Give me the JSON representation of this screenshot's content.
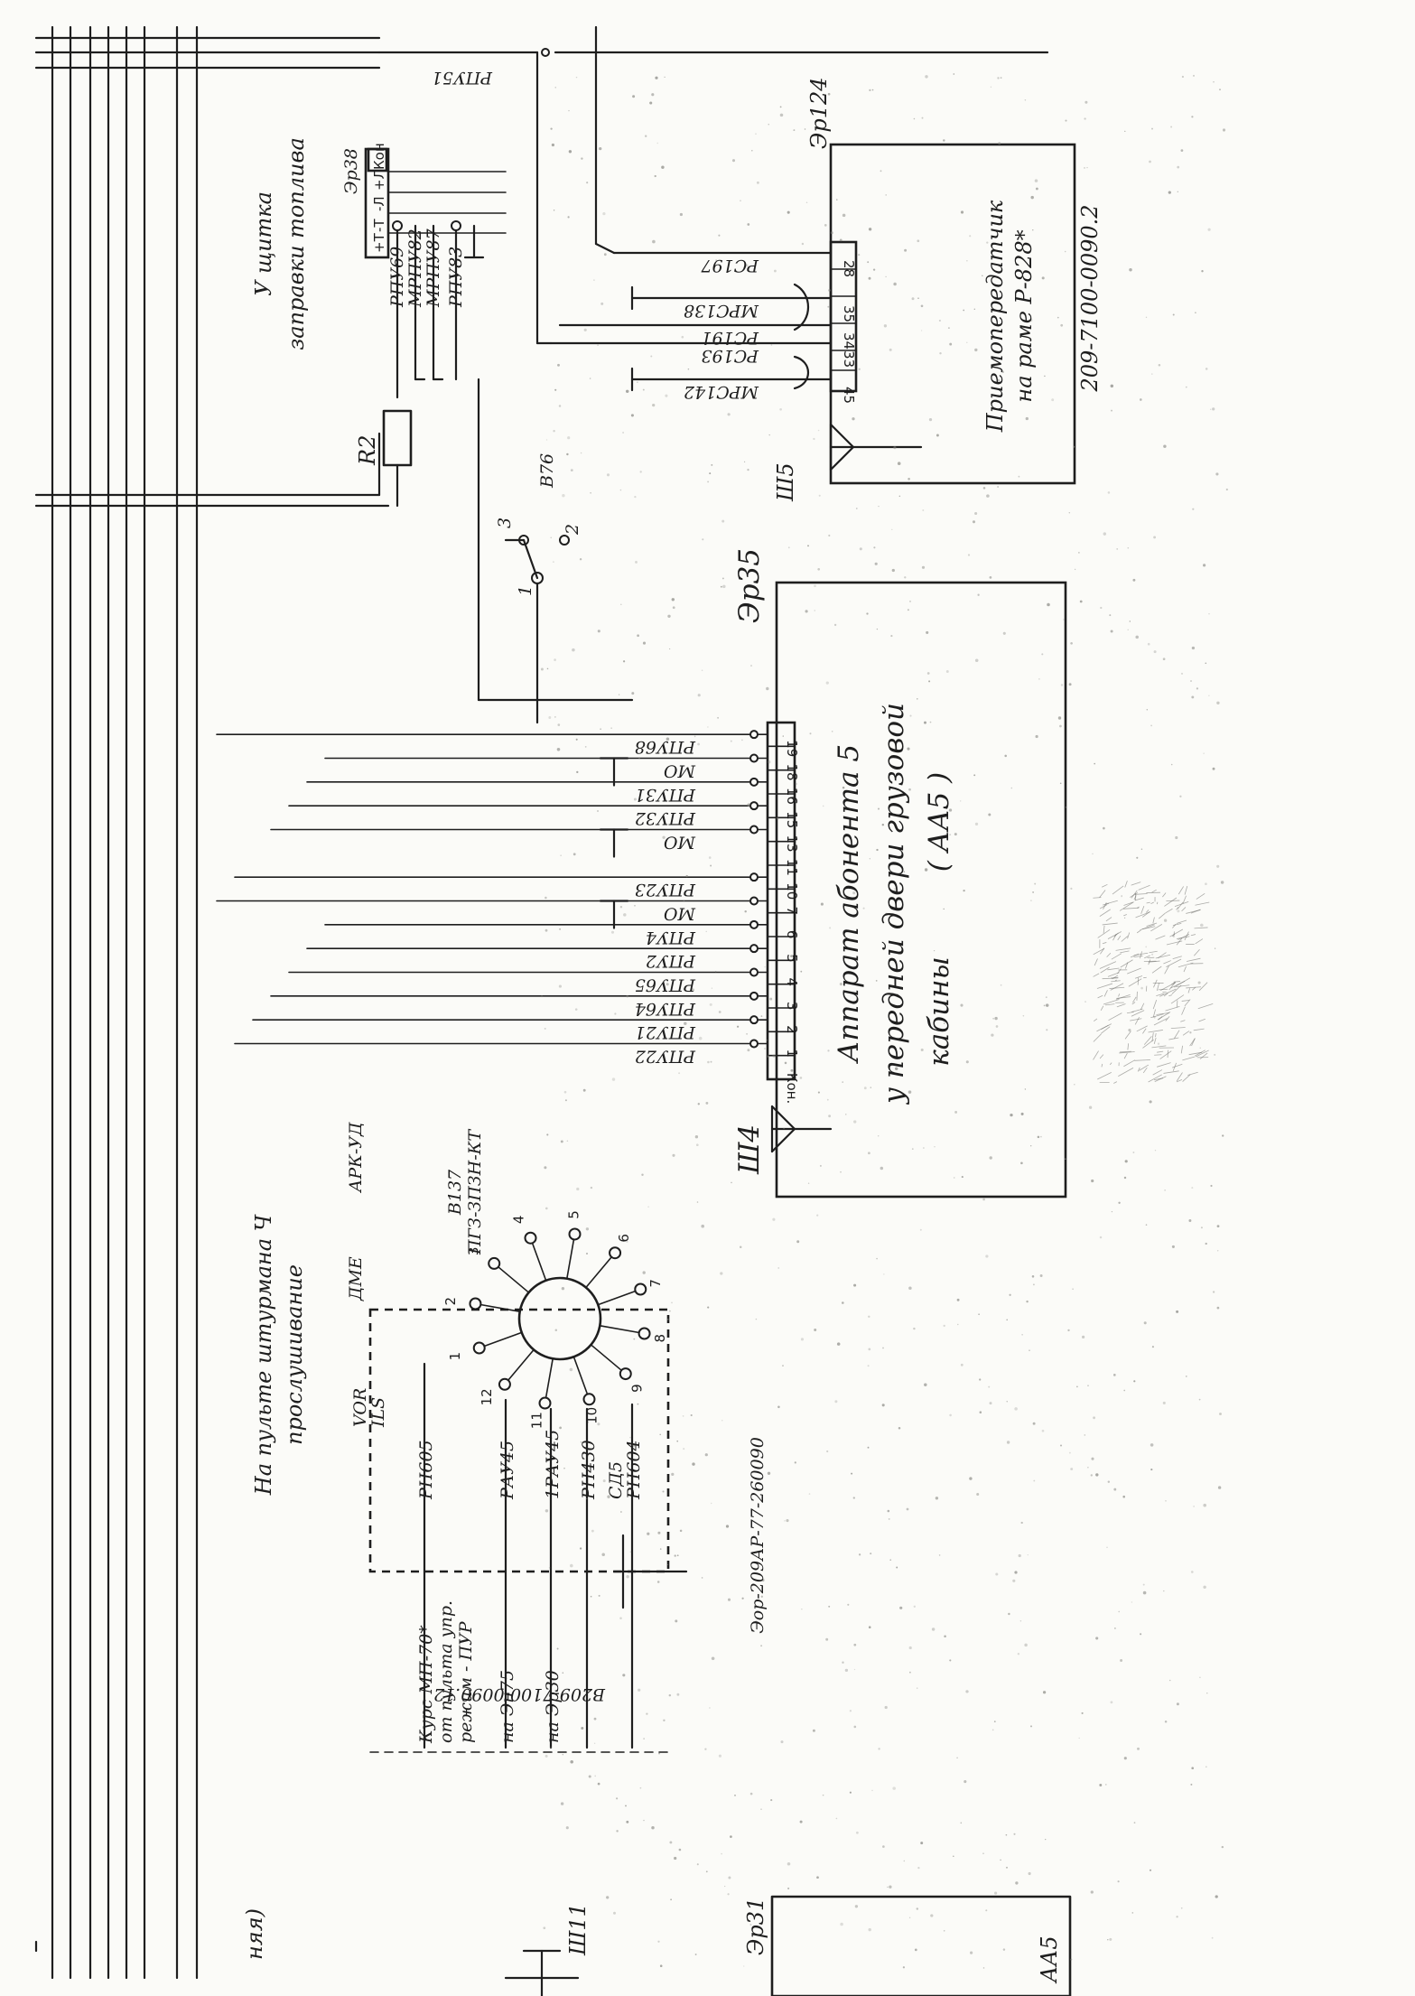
{
  "diagram": {
    "block_aa5": {
      "lines": [
        "Аппарат абонента 5",
        "у передней двери грузовой",
        "кабины",
        "( АА5 )"
      ],
      "connector": "Эр35",
      "plug": "Ш4",
      "pins": [
        {
          "pin": "Кон.",
          "wire": ""
        },
        {
          "pin": "1",
          "wire": "РПУ22"
        },
        {
          "pin": "2",
          "wire": "РПУ21"
        },
        {
          "pin": "3",
          "wire": "РПУ64"
        },
        {
          "pin": "4",
          "wire": "РПУ65"
        },
        {
          "pin": "5",
          "wire": "РПУ2"
        },
        {
          "pin": "6",
          "wire": "РПУ4"
        },
        {
          "pin": "7",
          "wire": "МО"
        },
        {
          "pin": "10",
          "wire": "РПУ23"
        },
        {
          "pin": "11",
          "wire": ""
        },
        {
          "pin": "13",
          "wire": "МО"
        },
        {
          "pin": "15",
          "wire": "РПУ32"
        },
        {
          "pin": "16",
          "wire": "РПУ31"
        },
        {
          "pin": "18",
          "wire": "МО"
        },
        {
          "pin": "19",
          "wire": "РПУ68"
        }
      ]
    },
    "block_transceiver": {
      "lines": [
        "Приемопередатчик",
        "на раме  Р-828*"
      ],
      "drawing_no": "209-7100-0090.2",
      "connector": "Эр124",
      "plug": "Ш5",
      "pins": [
        {
          "pin": "45",
          "wire": "МРС142"
        },
        {
          "pin": "33",
          "wire": "РС193"
        },
        {
          "pin": "34",
          "wire": "РС191"
        },
        {
          "pin": "35",
          "wire": "МРС138"
        },
        {
          "pin": "28",
          "wire": "РС197"
        }
      ],
      "top_wire": "РПУ51"
    },
    "fuel_panel": {
      "lines": [
        "У щитка",
        "заправки  топлива"
      ],
      "connector": "Эр38",
      "resistor": "R2",
      "wires": [
        "РПУ69",
        "МРПУ82",
        "МРПУ87",
        "РПУ83"
      ],
      "terminals": [
        "+Т",
        "-Т",
        "-Л",
        "+Л",
        "Кон"
      ]
    },
    "switch_b76": {
      "label": "В76",
      "contacts": [
        "1",
        "2",
        "3"
      ]
    },
    "navigator_panel": {
      "lines": [
        "На пульте штурмана Ч",
        "прослушивание"
      ],
      "switch_label": "В137",
      "switch_type": "ПГЗ-ЗПЗН-КТ",
      "positions": [
        "1",
        "2",
        "3",
        "4",
        "5",
        "6",
        "7",
        "8",
        "9",
        "10",
        "11",
        "12"
      ],
      "pos_labels": [
        "VOR",
        "ILS",
        "ДМЕ",
        "АРК-УД"
      ],
      "row_labels": [
        {
          "text": "Курс МП-70*",
          "sub": "от пульта упр.",
          "sub2": "режим - ПУР",
          "wire": "РН605"
        },
        {
          "text": "на Эн75",
          "wire": "РАУ45"
        },
        {
          "text": "на Эр30",
          "wire": "1РАУ45"
        },
        {
          "text": "",
          "wire": "РН430"
        },
        {
          "text": "",
          "wire": "СД5"
        },
        {
          "text": "",
          "wire": "РН604"
        }
      ],
      "ref_1": "Эор-209АР-77-260090",
      "ref_2": "В209-7100-0090.12"
    },
    "bottom": {
      "connector": "Эр31",
      "plug": "Ш11",
      "partial_left": "няя)",
      "partial_right": "АА5"
    }
  }
}
